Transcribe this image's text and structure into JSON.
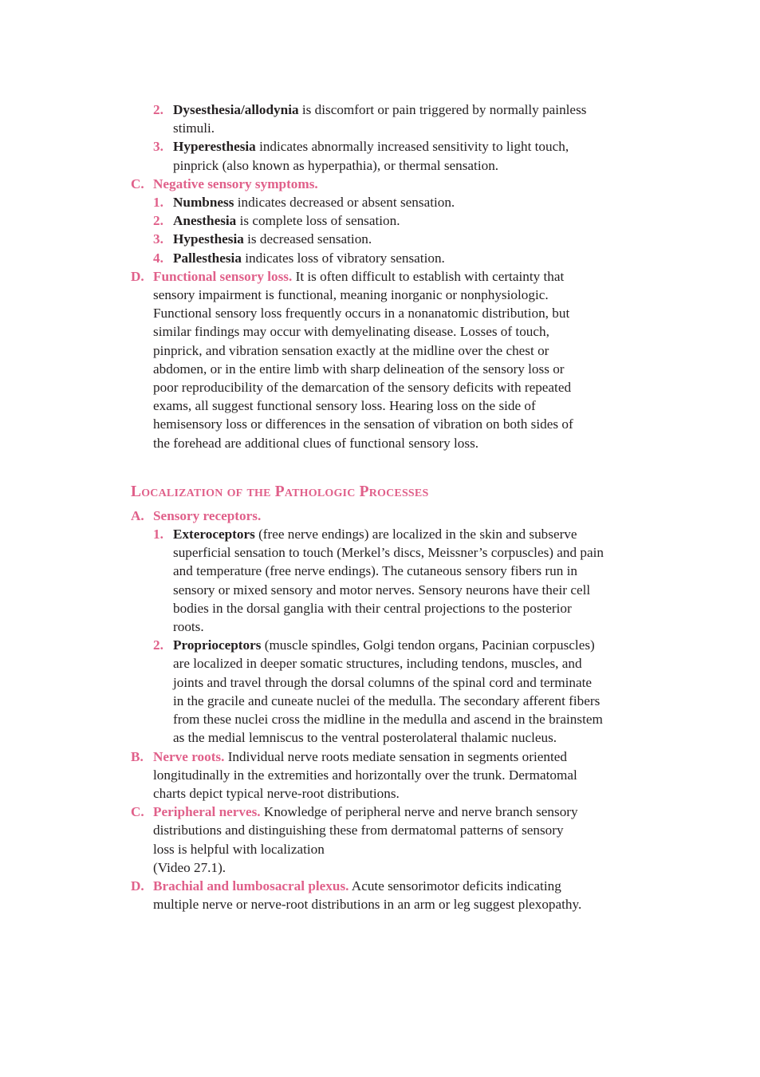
{
  "top_list": [
    {
      "marker": "2.",
      "term": "Dysesthesia/allodynia",
      "text": " is discomfort or pain triggered by normally painless stimuli."
    },
    {
      "marker": "3.",
      "term": "Hyperesthesia",
      "text": " indicates abnormally increased sensitivity to light touch, pinprick (also known as hyperpathia), or thermal sensation."
    }
  ],
  "section_c": {
    "marker": "C.",
    "head": "Negative sensory symptoms.",
    "items": [
      {
        "marker": "1.",
        "term": "Numbness",
        "text": " indicates decreased or absent sensation."
      },
      {
        "marker": "2.",
        "term": "Anesthesia",
        "text": " is complete loss of sensation."
      },
      {
        "marker": "3.",
        "term": "Hypesthesia",
        "text": " is decreased sensation."
      },
      {
        "marker": "4.",
        "term": "Pallesthesia",
        "text": " indicates loss of vibratory sensation."
      }
    ]
  },
  "section_d": {
    "marker": "D.",
    "head": "Functional sensory loss.",
    "text": " It is often difficult to establish with certainty that sensory impairment is functional, meaning inorganic or nonphysiologic. Functional sensory loss frequently occurs in a nonanatomic distribution, but similar findings may occur with demyelinating disease. Losses of touch, pinprick, and vibration sensation exactly at the midline over the chest or abdomen, or in the entire limb with sharp delineation of the sensory loss or poor reproducibility of the demarcation of the sensory deficits with repeated exams, all suggest functional sensory loss. Hearing loss on the side of hemisensory loss or differences in the sensation of vibration on both sides of the forehead are additional clues of functional sensory loss."
  },
  "localization": {
    "title": "Localization of the Pathologic Processes",
    "a": {
      "marker": "A.",
      "head": "Sensory receptors.",
      "items": [
        {
          "marker": "1.",
          "term": "Exteroceptors",
          "text": " (free nerve endings) are localized in the skin and subserve superficial sensation to touch (Merkel’s discs, Meissner’s corpuscles) and pain and temperature (free nerve endings). The cutaneous sensory fibers run in sensory or mixed sensory and motor nerves. Sensory neurons have their cell bodies in the dorsal ganglia with their central projections to the posterior roots."
        },
        {
          "marker": "2.",
          "term": "Proprioceptors",
          "text": " (muscle spindles, Golgi tendon organs, Pacinian corpuscles) are localized in deeper somatic structures, including tendons, muscles, and joints and travel through the dorsal columns of the spinal cord and terminate in the gracile and cuneate nuclei of the medulla. The secondary afferent fibers from these nuclei cross the midline in the medulla and ascend in the brainstem as the medial lemniscus to the ventral posterolateral thalamic nucleus."
        }
      ]
    },
    "b": {
      "marker": "B.",
      "head": "Nerve roots.",
      "text": " Individual nerve roots mediate sensation in segments oriented longitudinally in the extremities and horizontally over the trunk. Dermatomal charts depict typical nerve-root distributions."
    },
    "c": {
      "marker": "C.",
      "head": "Peripheral nerves.",
      "text": " Knowledge of peripheral nerve and nerve branch sensory distributions and distinguishing these from dermatomal patterns of sensory loss is helpful with localization",
      "video": "(Video 27.1)."
    },
    "d": {
      "marker": "D.",
      "head": "Brachial and lumbosacral plexus.",
      "text": " Acute sensorimotor deficits indicating multiple nerve or nerve-root distributions in an arm or leg suggest plexopathy."
    }
  }
}
